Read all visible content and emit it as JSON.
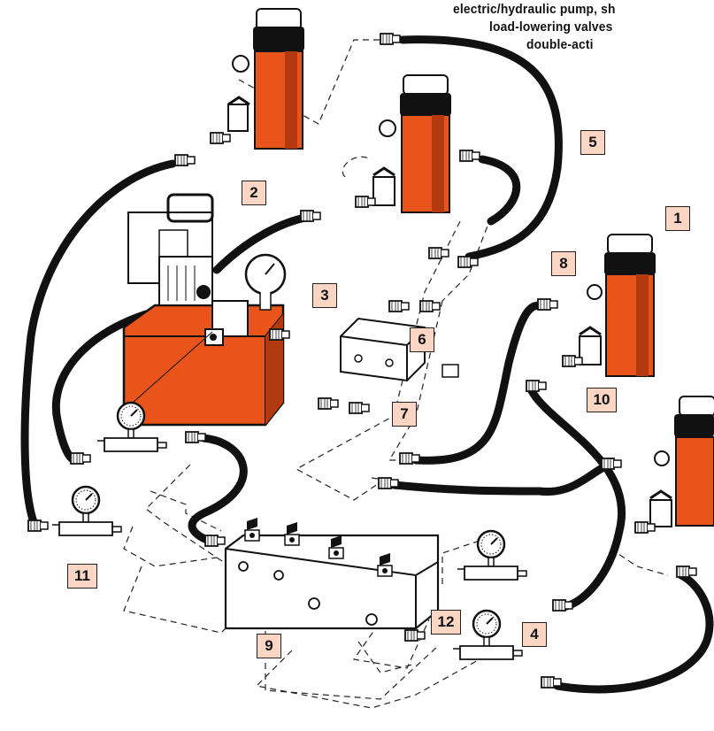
{
  "caption": {
    "lines": [
      "electric/hydraulic pump, sh",
      "load-lowering valves",
      "double-acti"
    ]
  },
  "callouts": [
    "1",
    "2",
    "3",
    "4",
    "5",
    "6",
    "7",
    "8",
    "9",
    "10",
    "11",
    "12"
  ],
  "colors": {
    "cylinder": "#e8541a",
    "cylinder_shade": "#b33a10",
    "pump_tank": "#e8541a",
    "hose": "#111111",
    "callout_fill": "#fbd6c4",
    "line": "#1a1a1a"
  },
  "icons": [
    "hydraulic-cylinder-icon",
    "electric-pump-icon",
    "pressure-gauge-icon",
    "manifold-icon",
    "hose-icon",
    "coupler-icon",
    "valve-icon"
  ]
}
